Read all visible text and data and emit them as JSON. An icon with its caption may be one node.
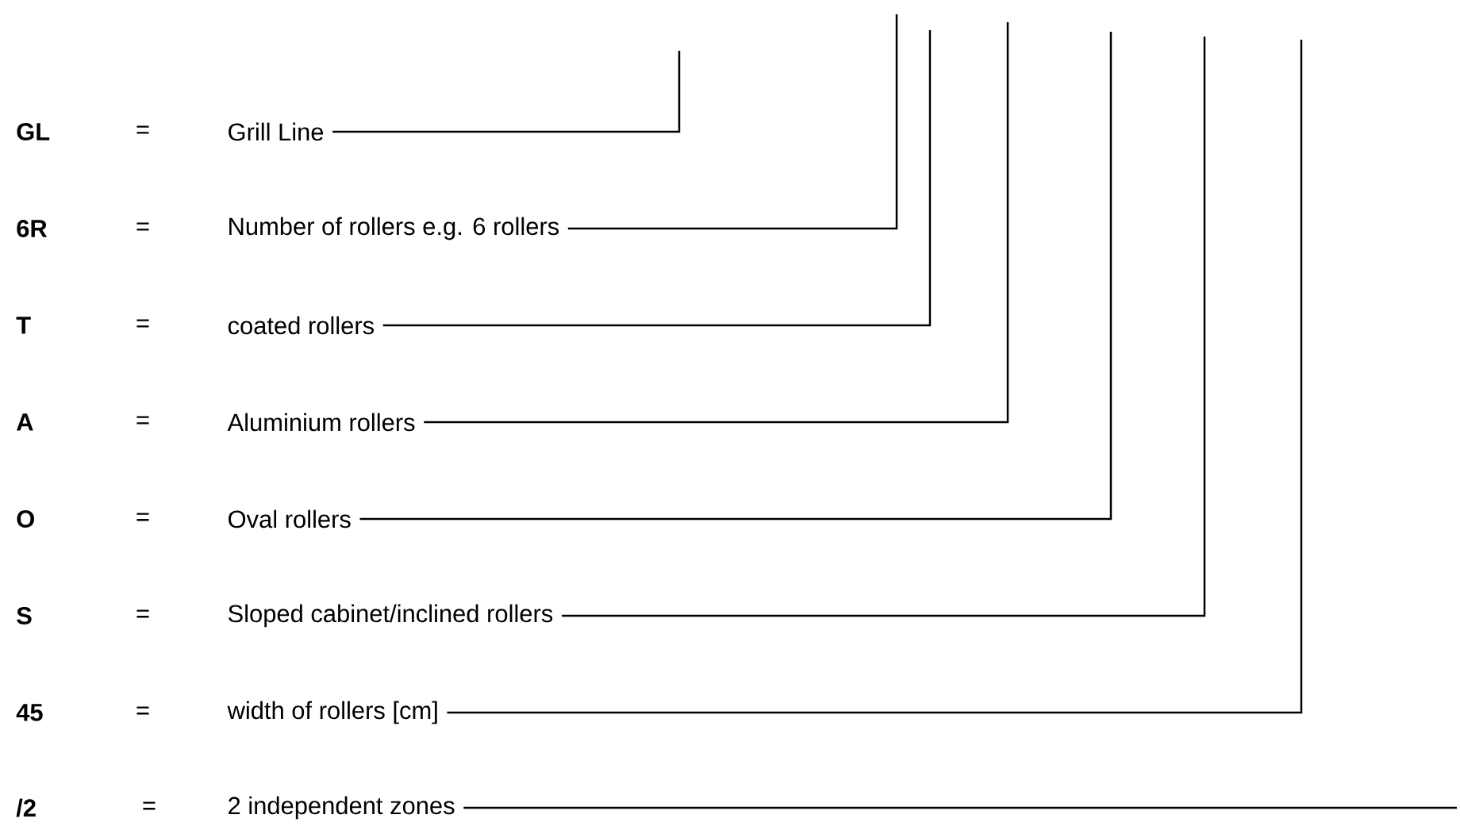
{
  "diagram": {
    "nodes": [
      {
        "text": [
          "Grill Line"
        ]
      },
      {
        "text": [
          "Number of rollers e.g. 6 rollers"
        ]
      },
      {
        "text": [
          "coated rollers"
        ]
      },
      {
        "text": [
          "Aluminium rollers"
        ]
      },
      {
        "text": [
          "Oval rollers"
        ]
      },
      {
        "text": [
          "Sloped cabinet/inclined rollers"
        ]
      },
      {
        "text": [
          "width of rollers [cm]"
        ]
      },
      {
        "text": [
          "2 independent zones"
        ]
      }
    ],
    "edges": [
      {
        "from": 0,
        "to": null,
        "arrow": "none"
      },
      {
        "from": 1,
        "to": null,
        "arrow": "none"
      },
      {
        "from": 2,
        "to": null,
        "arrow": "none"
      },
      {
        "from": 3,
        "to": null,
        "arrow": "none"
      },
      {
        "from": 4,
        "to": null,
        "arrow": "none"
      },
      {
        "from": 5,
        "to": null,
        "arrow": "none"
      },
      {
        "from": 6,
        "to": null,
        "arrow": "none"
      },
      {
        "from": 7,
        "to": null,
        "arrow": "none"
      }
    ],
    "labels": [
      "GL",
      "=",
      "6R",
      "=",
      "T",
      "=",
      "A",
      "=",
      "O",
      "=",
      "S",
      "=",
      "45",
      "=",
      "/2",
      "="
    ]
  }
}
